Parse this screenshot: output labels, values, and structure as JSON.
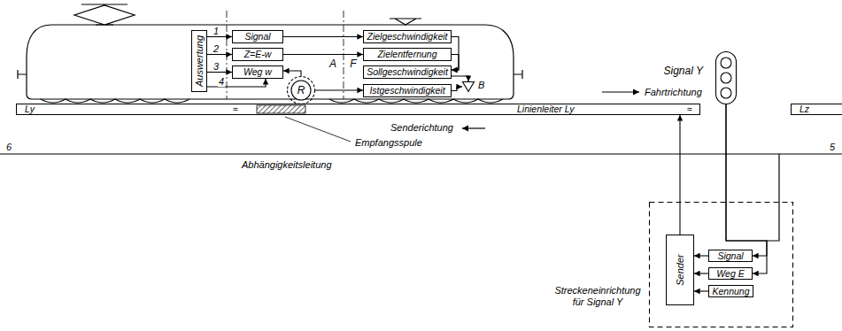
{
  "diagram": {
    "nodes": [
      {
        "text": [
          "Auswertung"
        ]
      },
      {
        "text": [
          "Signal"
        ]
      },
      {
        "text": [
          "Z=E-w"
        ]
      },
      {
        "text": [
          "Weg w"
        ]
      },
      {
        "text": [
          "R"
        ]
      },
      {
        "text": [
          "Zielgeschwindigkeit"
        ]
      },
      {
        "text": [
          "Zielentfernung"
        ]
      },
      {
        "text": [
          "Sollgeschwindigkeit"
        ]
      },
      {
        "text": [
          "Istgeschwindigkeit"
        ]
      },
      {
        "text": [
          "B"
        ]
      },
      {
        "text": [
          "Ly",
          "≈",
          "Linienleiter Ly",
          "≈"
        ]
      },
      {
        "text": [
          "Lz"
        ]
      },
      {
        "text": [
          "Signal Y"
        ]
      },
      {
        "text": [
          "Streckeneinrichtung für Signal Y"
        ]
      },
      {
        "text": [
          "Sender"
        ],
        "in": 13
      },
      {
        "text": [
          "Signal"
        ],
        "in": 13
      },
      {
        "text": [
          "Weg E"
        ],
        "in": 13
      },
      {
        "text": [
          "Kennung"
        ],
        "in": 13
      }
    ],
    "edges": [
      {
        "from": 0,
        "to": 1,
        "arrow": "to",
        "label": "1"
      },
      {
        "from": 0,
        "to": 2,
        "arrow": "to",
        "label": "2"
      },
      {
        "from": 0,
        "to": 3,
        "arrow": "to",
        "label": "3"
      },
      {
        "from": 0,
        "to": 3,
        "arrow": "to",
        "label": "4"
      },
      {
        "from": 4,
        "to": 3,
        "arrow": "to"
      },
      {
        "from": 4,
        "to": 8,
        "arrow": "to"
      },
      {
        "from": 1,
        "to": 5,
        "arrow": "to"
      },
      {
        "from": 2,
        "to": 6,
        "arrow": "to"
      },
      {
        "from": 5,
        "to": 7,
        "arrow": "to"
      },
      {
        "from": 6,
        "to": 7,
        "arrow": "to"
      },
      {
        "from": 7,
        "to": 9,
        "arrow": "to"
      },
      {
        "from": 8,
        "to": 9,
        "arrow": "to"
      },
      {
        "from": 14,
        "to": 10,
        "arrow": "to"
      },
      {
        "from": 15,
        "to": 14,
        "arrow": "to"
      },
      {
        "from": 16,
        "to": 14,
        "arrow": "to"
      },
      {
        "from": 17,
        "to": 14,
        "arrow": "to"
      },
      {
        "from": 12,
        "to": 15,
        "arrow": "to"
      },
      {
        "from": 12,
        "to": 16,
        "arrow": "to"
      }
    ],
    "labels": [
      "A",
      "F",
      "Fahrtrichtung",
      "Senderichtung",
      "Empfangsspule",
      "6",
      "5",
      "Abhängigkeitsleitung"
    ]
  }
}
